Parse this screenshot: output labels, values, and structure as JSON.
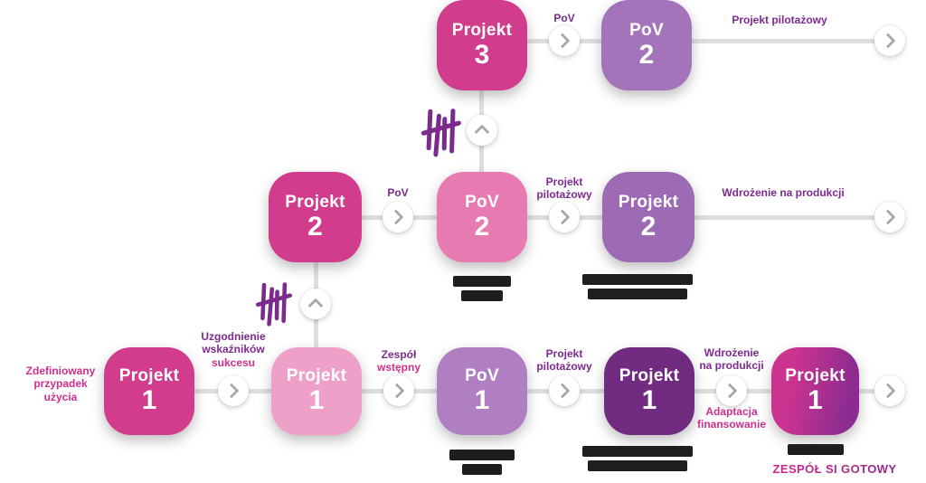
{
  "colors": {
    "magenta_node": "#d23c8c",
    "pink_light_node": "#efa0c8",
    "pink_mid_node": "#e87ab2",
    "purple_top_node": "#a474bb",
    "purple_mid_node": "#9d6bb4",
    "lavender_node": "#af7fc2",
    "dark_purple_node": "#712b80",
    "gradient_node_from": "#cb3390",
    "gradient_node_to": "#8c2c91",
    "label_purple": "#7c2a8e",
    "label_magenta": "#cf2f8d",
    "connector_gray": "#dedede",
    "redacted_black": "#1f1d1e"
  },
  "nodes": {
    "projekt3": {
      "line1": "Projekt",
      "line2": "3"
    },
    "pov2_top": {
      "line1": "PoV",
      "line2": "2"
    },
    "projekt2_left": {
      "line1": "Projekt",
      "line2": "2"
    },
    "pov2_mid": {
      "line1": "PoV",
      "line2": "2"
    },
    "projekt2_right": {
      "line1": "Projekt",
      "line2": "2"
    },
    "projekt1_start": {
      "line1": "Projekt",
      "line2": "1"
    },
    "projekt1_pink": {
      "line1": "Projekt",
      "line2": "1"
    },
    "pov1": {
      "line1": "PoV",
      "line2": "1"
    },
    "projekt1_dark": {
      "line1": "Projekt",
      "line2": "1"
    },
    "projekt1_final": {
      "line1": "Projekt",
      "line2": "1"
    }
  },
  "labels": {
    "start_usecase": {
      "line1": "Zdefiniowany",
      "line2": "przypadek",
      "line3": "użycia"
    },
    "pov_top": "PoV",
    "pilot_top": "Projekt pilotażowy",
    "pov_mid": "PoV",
    "pilot_mid": {
      "line1": "Projekt",
      "line2": "pilotażowy"
    },
    "production_mid": "Wdrożenie na produkcji",
    "success_metrics": {
      "line1": "Uzgodnienie",
      "line2": "wskaźników",
      "line3": "sukcesu"
    },
    "team": {
      "line1": "Zespół",
      "line2": "wstępny"
    },
    "pilot_bottom": {
      "line1": "Projekt",
      "line2": "pilotażowy"
    },
    "production_bottom": {
      "line1": "Wdrożenie",
      "line2": "na produkcji"
    },
    "adaptation": {
      "line1": "Adaptacja",
      "line2": "finansowanie"
    },
    "final_caps": "ZESPÓŁ SI GOTOWY"
  },
  "captions_redacted": {
    "under_pov2_mid": {
      "lines": 2
    },
    "under_projekt2_right": {
      "lines": 2
    },
    "under_pov1": {
      "lines": 2
    },
    "under_projekt1_dark": {
      "lines": 2
    },
    "under_projekt1_final": {
      "lines": 1
    }
  },
  "icons": {
    "scribble": "hand-drawn-scribble",
    "chevron_right": "chevron-right",
    "chevron_up": "chevron-up"
  }
}
